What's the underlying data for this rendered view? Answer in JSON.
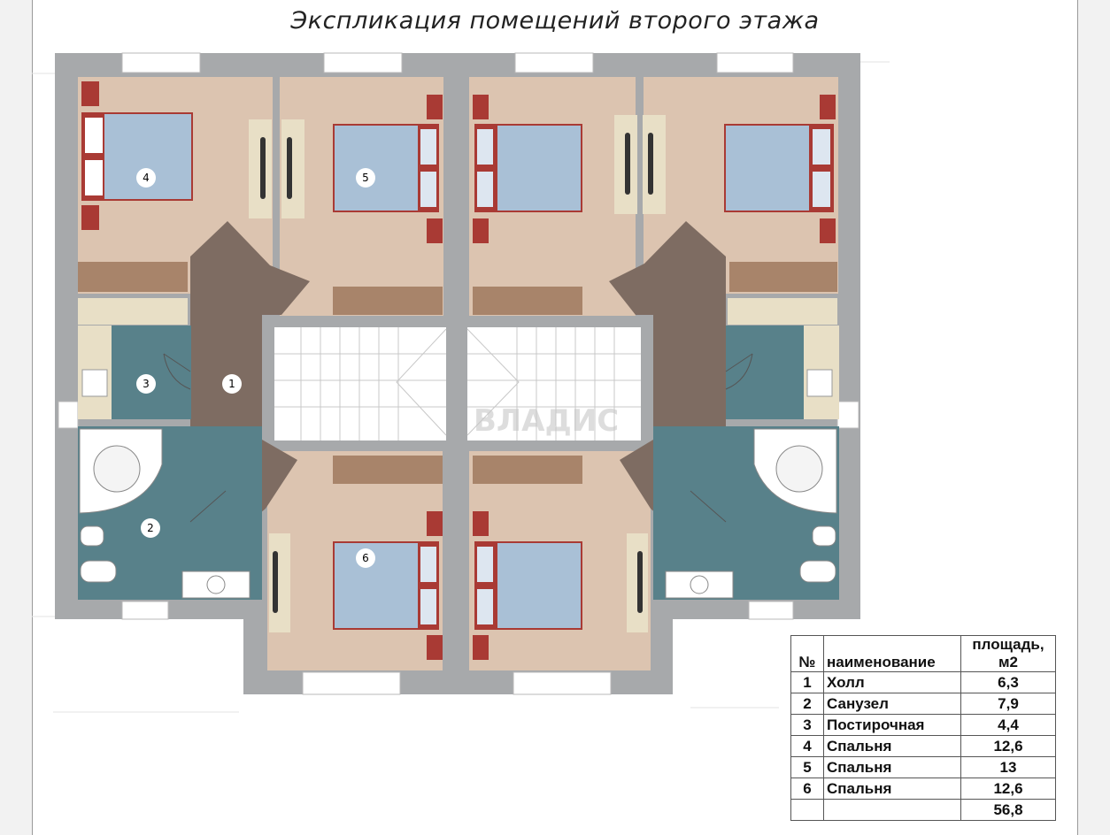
{
  "title": "Экспликация помещений второго этажа",
  "room_markers": [
    "1",
    "2",
    "3",
    "4",
    "5",
    "6"
  ],
  "watermark": "ВЛАДИС",
  "explication_table": {
    "headers": {
      "num": "№",
      "name": "наименование",
      "area_line1": "площадь,",
      "area_line2": "м2"
    },
    "rows": [
      {
        "num": "1",
        "name": "Холл",
        "area": "6,3"
      },
      {
        "num": "2",
        "name": "Санузел",
        "area": "7,9"
      },
      {
        "num": "3",
        "name": "Постирочная",
        "area": "4,4"
      },
      {
        "num": "4",
        "name": "Спальня",
        "area": "12,6"
      },
      {
        "num": "5",
        "name": "Спальня",
        "area": "13"
      },
      {
        "num": "6",
        "name": "Спальня",
        "area": "12,6"
      }
    ],
    "total": "56,8"
  },
  "colors": {
    "wall": "#a7a9ab",
    "bedroom_floor": "#dcc4b0",
    "hall_floor": "#7e6c62",
    "bathroom_floor": "#58818a",
    "bed": "#a9c0d6",
    "furniture_accent": "#a93a34",
    "wardrobe": "#a8846a"
  }
}
